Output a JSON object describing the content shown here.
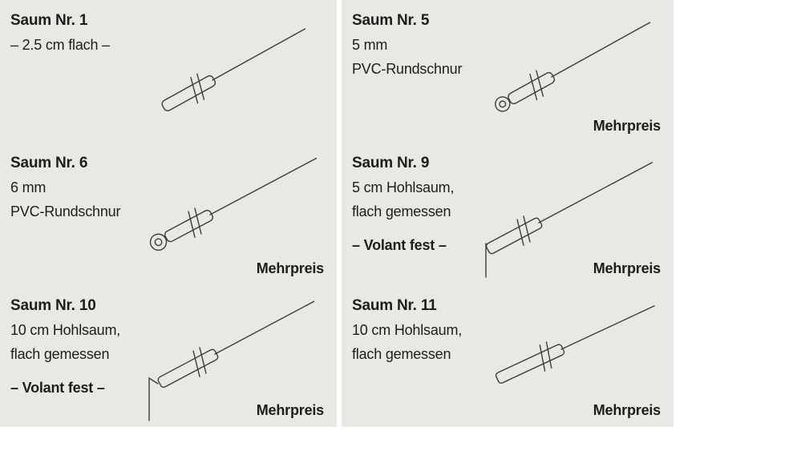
{
  "page": {
    "background_color": "#ffffff",
    "panel_color": "#e9e8e5",
    "text_color": "#1d1d1b",
    "line_color": "#3c3c3a"
  },
  "cells": [
    {
      "title": "Saum Nr. 1",
      "lines": [
        "– 2.5 cm flach –"
      ],
      "drawing": "flat-hem"
    },
    {
      "title": "Saum Nr. 5",
      "lines": [
        "5 mm",
        "PVC-Rundschnur"
      ],
      "mehrpreis": "Mehrpreis",
      "drawing": "cord-hem"
    },
    {
      "title": "Saum Nr. 6",
      "lines": [
        "6 mm",
        "PVC-Rundschnur"
      ],
      "mehrpreis": "Mehrpreis",
      "drawing": "cord-hem"
    },
    {
      "title": "Saum Nr. 9",
      "lines": [
        "5 cm Hohlsaum,",
        "flach gemessen"
      ],
      "volant": "– Volant fest –",
      "mehrpreis": "Mehrpreis",
      "drawing": "hollow-hem-volant"
    },
    {
      "title": "Saum Nr. 10",
      "lines": [
        "10 cm Hohlsaum,",
        "flach gemessen"
      ],
      "volant": "– Volant fest –",
      "mehrpreis": "Mehrpreis",
      "drawing": "hollow-hem-volant"
    },
    {
      "title": "Saum Nr. 11",
      "lines": [
        "10 cm Hohlsaum,",
        "flach gemessen"
      ],
      "mehrpreis": "Mehrpreis",
      "drawing": "hollow-hem"
    }
  ]
}
